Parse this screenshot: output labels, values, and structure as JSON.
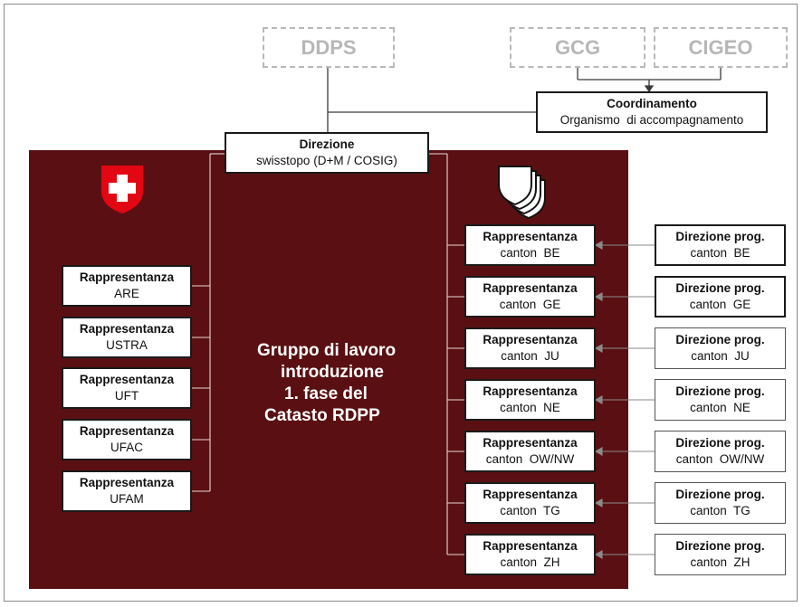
{
  "top": {
    "ddps": "DDPS",
    "gcg": "GCG",
    "cigeo": "CIGEO"
  },
  "coordinamento": {
    "title": "Coordinamento",
    "subtitle": "Organismo  di accompagnamento"
  },
  "direzione": {
    "title": "Direzione",
    "subtitle": "swisstopo (D+M / COSIG)"
  },
  "working_group": {
    "lines": [
      "Gruppo di lavoro",
      "introduzione",
      "1. fase del",
      "Catasto RDPP"
    ]
  },
  "federal_reps": [
    {
      "title": "Rappresentanza",
      "name": "ARE"
    },
    {
      "title": "Rappresentanza",
      "name": "USTRA"
    },
    {
      "title": "Rappresentanza",
      "name": "UFT"
    },
    {
      "title": "Rappresentanza",
      "name": "UFAC"
    },
    {
      "title": "Rappresentanza",
      "name": "UFAM"
    }
  ],
  "canton_reps": [
    {
      "title": "Rappresentanza",
      "name": "canton  BE"
    },
    {
      "title": "Rappresentanza",
      "name": "canton  GE"
    },
    {
      "title": "Rappresentanza",
      "name": "canton  JU"
    },
    {
      "title": "Rappresentanza",
      "name": "canton  NE"
    },
    {
      "title": "Rappresentanza",
      "name": "canton  OW/NW"
    },
    {
      "title": "Rappresentanza",
      "name": "canton  TG"
    },
    {
      "title": "Rappresentanza",
      "name": "canton  ZH"
    }
  ],
  "project_directions": [
    {
      "title": "Direzione prog.",
      "name": "canton  BE"
    },
    {
      "title": "Direzione prog.",
      "name": "canton  GE"
    },
    {
      "title": "Direzione prog.",
      "name": "canton  JU"
    },
    {
      "title": "Direzione prog.",
      "name": "canton  NE"
    },
    {
      "title": "Direzione prog.",
      "name": "canton  OW/NW"
    },
    {
      "title": "Direzione prog.",
      "name": "canton  TG"
    },
    {
      "title": "Direzione prog.",
      "name": "canton  ZH"
    }
  ],
  "colors": {
    "panel": "#5a1012",
    "swiss_red": "#e30613",
    "ghost_text": "#b7b7b7"
  }
}
